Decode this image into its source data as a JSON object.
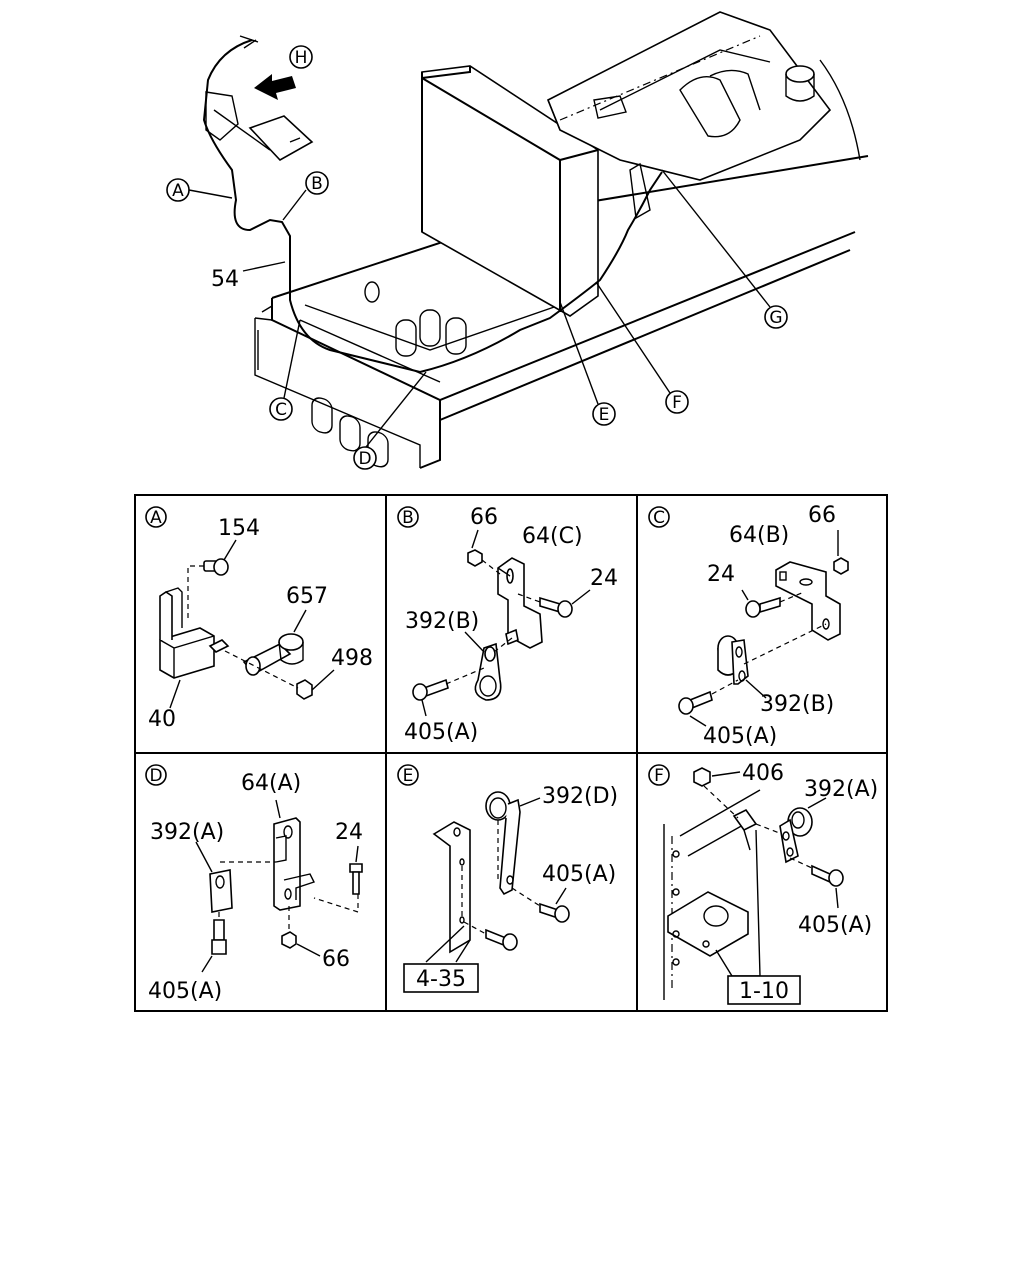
{
  "overview": {
    "view_letter": "H",
    "callouts": [
      "A",
      "B",
      "C",
      "D",
      "E",
      "F",
      "G"
    ],
    "cable_part": "54"
  },
  "details": [
    {
      "letter": "A",
      "parts": [
        "154",
        "657",
        "498",
        "40"
      ]
    },
    {
      "letter": "B",
      "parts": [
        "66",
        "64(C)",
        "24",
        "392(B)",
        "405(A)"
      ]
    },
    {
      "letter": "C",
      "parts": [
        "64(B)",
        "66",
        "24",
        "392(B)",
        "405(A)"
      ]
    },
    {
      "letter": "D",
      "parts": [
        "64(A)",
        "392(A)",
        "24",
        "405(A)",
        "66"
      ]
    },
    {
      "letter": "E",
      "parts": [
        "392(D)",
        "405(A)"
      ],
      "ref": "4-35"
    },
    {
      "letter": "F",
      "parts": [
        "406",
        "392(A)",
        "405(A)"
      ],
      "ref": "1-10"
    }
  ]
}
